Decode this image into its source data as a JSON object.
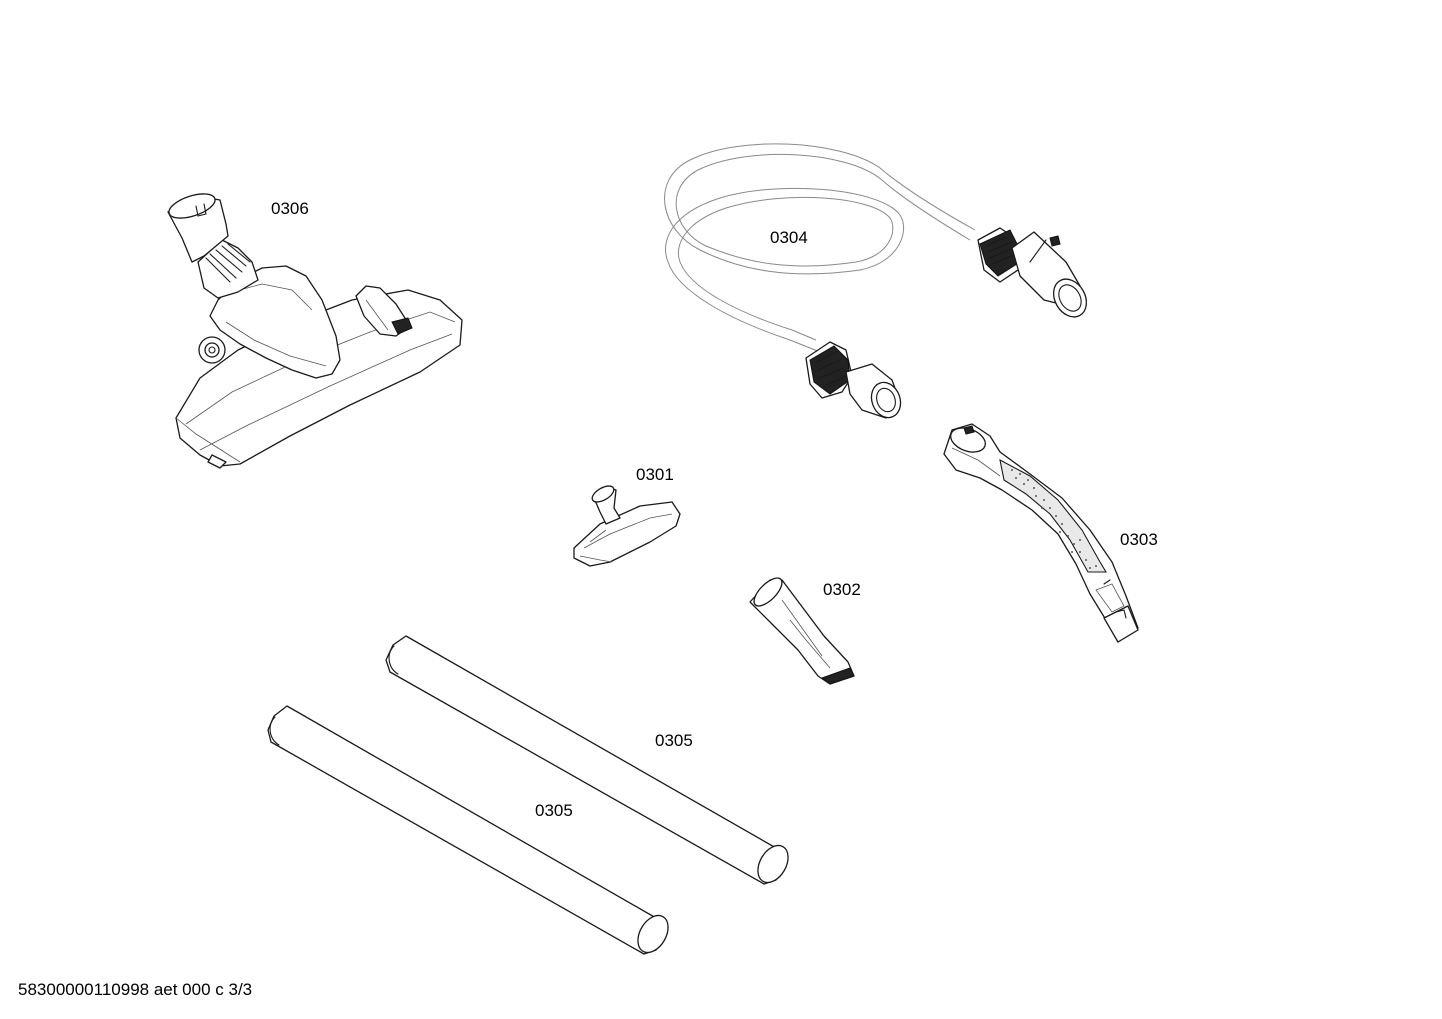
{
  "parts": [
    {
      "id": "floor-nozzle",
      "label": "0306"
    },
    {
      "id": "suction-hose",
      "label": "0304"
    },
    {
      "id": "upholstery-nozzle",
      "label": "0301"
    },
    {
      "id": "crevice-nozzle",
      "label": "0302"
    },
    {
      "id": "hose-handle",
      "label": "0303"
    },
    {
      "id": "extension-tube-upper",
      "label": "0305"
    },
    {
      "id": "extension-tube-lower",
      "label": "0305"
    }
  ],
  "footer": "58300000110998 aet 000 c 3/3"
}
